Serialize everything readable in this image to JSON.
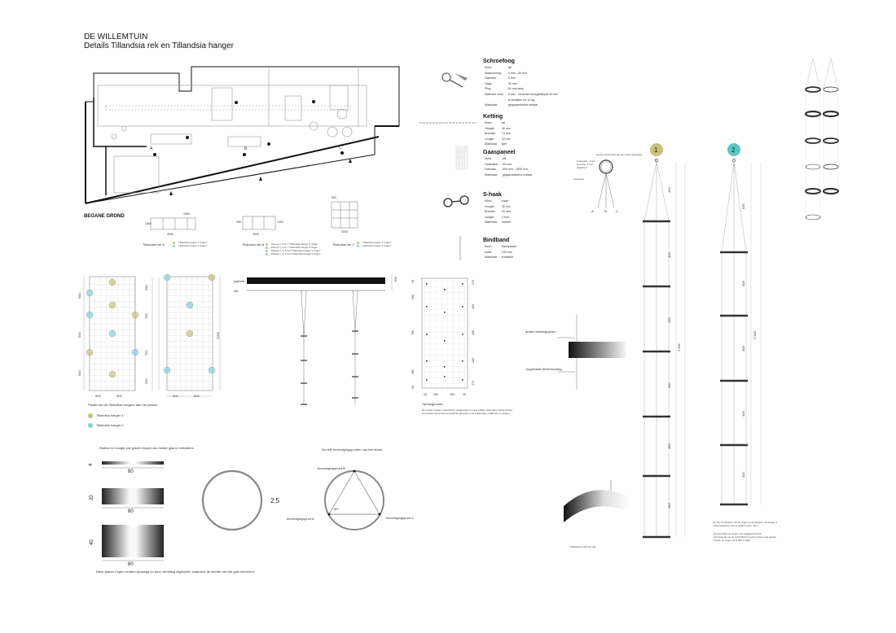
{
  "title": {
    "line1": "DE WILLEMTUIN",
    "line2": "Details Tillandsia rek en Tillandsia hanger"
  },
  "floorplan": {
    "label": "BEGANE GROND",
    "markers": [
      "A",
      "B",
      "C"
    ]
  },
  "racks": {
    "rack_a": {
      "label": "Tillandsia rek A",
      "w": "1500",
      "w2": "3000",
      "h": "1500"
    },
    "rack_b": {
      "label": "Tillandsia rek B",
      "w": "3000",
      "h": "1200",
      "h2": "400"
    },
    "rack_c": {
      "label": "Tillandsia rek C",
      "w": "800",
      "w2": "3000"
    },
    "legend_a": [
      "Tillandsia hanger 3 ringen",
      "Tillandsia hanger 4 ringen"
    ],
    "legend_b": [
      "Paneel 1, 2 en 7 Tillandsia hanger 3 ringen",
      "Paneel 1, 3 en 7 Tillandsia hanger 3 ringen",
      "Paneel 2, 4, 5 en 6 Tillandsia hanger 3 ringen",
      "Paneel 2, 4, 5 en 6 Tillandsia hanger 4 ringen"
    ],
    "legend_c": [
      "Tillandsia hanger 3 ringen",
      "Tillandsia hanger 4 ringen"
    ]
  },
  "materials": [
    {
      "title": "Schroefoog",
      "rows": [
        [
          "Kleur:",
          "wit"
        ],
        [
          "Maatvoering:",
          "6 mm - 50 mm"
        ],
        [
          "Diameter:",
          "6 mm"
        ],
        [
          "Haak:",
          "30 mm"
        ],
        [
          "Plug:",
          "50 mm lang"
        ],
        [
          "Diameter boor:",
          "6 mm - minimale boorgatdiepte 50 mm"
        ],
        [
          "",
          "te belasten tot 12 kg"
        ],
        [
          "Materiaal:",
          "gegalvaniseerd metaal"
        ]
      ]
    },
    {
      "title": "Ketting",
      "rows": [
        [
          "Kleur:",
          "wit"
        ],
        [
          "Hoogte:",
          "36 mm"
        ],
        [
          "Breedte:",
          "74 mm"
        ],
        [
          "Lengte:",
          "20 mm"
        ],
        [
          "Materiaal:",
          "ijzer"
        ]
      ]
    },
    {
      "title": "Gaaspaneel",
      "rows": [
        [
          "Kleur:",
          "wit"
        ],
        [
          "Gaasrijzie:",
          "50 mm"
        ],
        [
          "Formaat:",
          "600 mm - 1500 mm"
        ],
        [
          "Materiaal:",
          "gegalvaniseerd metaal"
        ]
      ]
    },
    {
      "title": "S-haak",
      "rows": [
        [
          "Kleur:",
          "zwart"
        ],
        [
          "Hoogte:",
          "35 mm"
        ],
        [
          "Breedte:",
          "20 mm"
        ],
        [
          "Lengte:",
          "2 mm"
        ],
        [
          "Materiaal:",
          "metaal"
        ]
      ]
    },
    {
      "title": "Bindband",
      "rows": [
        [
          "Kleur:",
          "transparant"
        ],
        [
          "maat:",
          "150 mm"
        ],
        [
          "Materiaal:",
          "kunststof"
        ]
      ]
    }
  ],
  "panels": {
    "dims_left": [
      "500",
      "500",
      "500"
    ],
    "dims_right": [
      "250",
      "750",
      "750",
      "250"
    ],
    "dims_right_total": "2000",
    "dims_bottom": [
      "500",
      "500",
      "500",
      "500"
    ],
    "caption": "Plaats van de Tillandsia hangers aan het paneel",
    "legend": [
      "Tillandsia hanger 1",
      "Tillandsia hanger 2"
    ],
    "legend_colors": [
      "#c9c07a",
      "#86d0d6"
    ]
  },
  "section": {
    "ceiling": "plafond",
    "rack": "rek",
    "dim": "200"
  },
  "suspension": {
    "dims_left": [
      "25",
      "250",
      "750",
      "250",
      "25"
    ],
    "dims_right": [
      "175",
      "400",
      "400",
      "400",
      "175"
    ],
    "dims_bottom": [
      "25",
      "250",
      "250",
      "25"
    ],
    "caption": "Ophangpunten",
    "note": [
      "De punten worden vanaf dezer opgehangen en aan elkaar verbonden vanaf paneel",
      "Het paneel wordt aan het plafond gehangen met ankerslang. (Vallende on staten)"
    ]
  },
  "glass": {
    "caption": "Radius en hoogte van glazen ringen van helder glas in milimeters",
    "heights": [
      "4",
      "20",
      "40"
    ],
    "widths": [
      "80",
      "80",
      "80"
    ],
    "note": "Deze glazen ringen worden gezaagd en door verhitting afgewerkt, waardoor de sterkte van het glas toeneemt",
    "ring_label": "2.5"
  },
  "attach": {
    "caption": "De drie bevestigingspunten van het draad",
    "points": [
      "bevestigingspunt B",
      "bevestigingspunt A",
      "bevestigingspunt C"
    ],
    "angle": "60°"
  },
  "detail": {
    "labels": [
      "draad messing/groen",
      "kogelstaaf zilverhouwing"
    ],
    "bottom": "afwerking onderste ring",
    "top_note": [
      "bij ring wordt draad aan het paneel bevestigd",
      "knopjeslas - 8 mm",
      "bevestig - 8 mm",
      "draadbout",
      "onderknop"
    ],
    "abc": [
      "A",
      "B",
      "C"
    ]
  },
  "hangers": {
    "h1": {
      "num": "1",
      "color": "#c9c07a",
      "dims": [
        "400",
        "400",
        "400",
        "400",
        "400",
        "400",
        "400"
      ],
      "total": "2 831"
    },
    "h2": {
      "num": "2",
      "color": "#5cc6c9",
      "dims": [
        "600",
        "400",
        "400",
        "400",
        "400"
      ],
      "total": "2 000"
    },
    "note1": [
      "Er zijn 10 varianten van de ringen op de hangers: van hanger 1",
      "Zowel plastieken zijn de gelijk lengtes - da 2"
    ],
    "note2": [
      "De kostenlijst van ringen met vastgezet bovenin",
      "Als volgende van de verschillende soorten ringen mag worden",
      "Tussen de ringen: 18 of 600 of 1800"
    ]
  }
}
